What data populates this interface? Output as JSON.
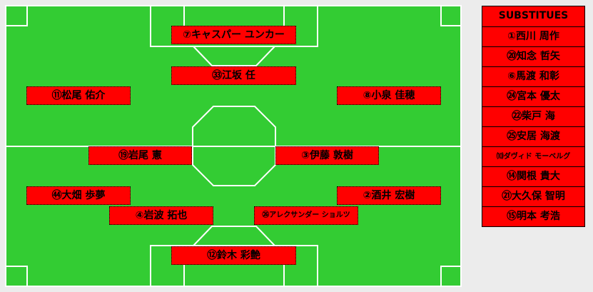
{
  "colors": {
    "pitch": "#33cc33",
    "lines": "#ffffff",
    "card": "#ff0000",
    "background": "#ececec"
  },
  "starters": [
    {
      "id": "gk",
      "label": "⑫鈴木 彩艶"
    },
    {
      "id": "rb",
      "label": "②酒井 宏樹"
    },
    {
      "id": "rcb",
      "label": "㉖アレクサンダー ショルツ"
    },
    {
      "id": "lcb",
      "label": "④岩波 拓也"
    },
    {
      "id": "lb",
      "label": "㊹大畑 歩夢"
    },
    {
      "id": "rcm",
      "label": "③伊藤 敦樹"
    },
    {
      "id": "lcm",
      "label": "⑲岩尾 憲"
    },
    {
      "id": "rw",
      "label": "⑧小泉 佳穂"
    },
    {
      "id": "lw",
      "label": "⑪松尾 佑介"
    },
    {
      "id": "cam",
      "label": "㉝江坂 任"
    },
    {
      "id": "st",
      "label": "⑦キャスパー ユンカー"
    }
  ],
  "subs": {
    "title": "SUBSTITUES",
    "items": [
      "①西川 周作",
      "⑳知念 哲矢",
      "⑥馬渡 和彰",
      "㉔宮本 優太",
      "㉒柴戸 海",
      "㉕安居 海渡",
      "⑽ダヴィド モーベルグ",
      "⑭関根 貴大",
      "㉑大久保 智明",
      "⑮明本 考浩"
    ]
  }
}
